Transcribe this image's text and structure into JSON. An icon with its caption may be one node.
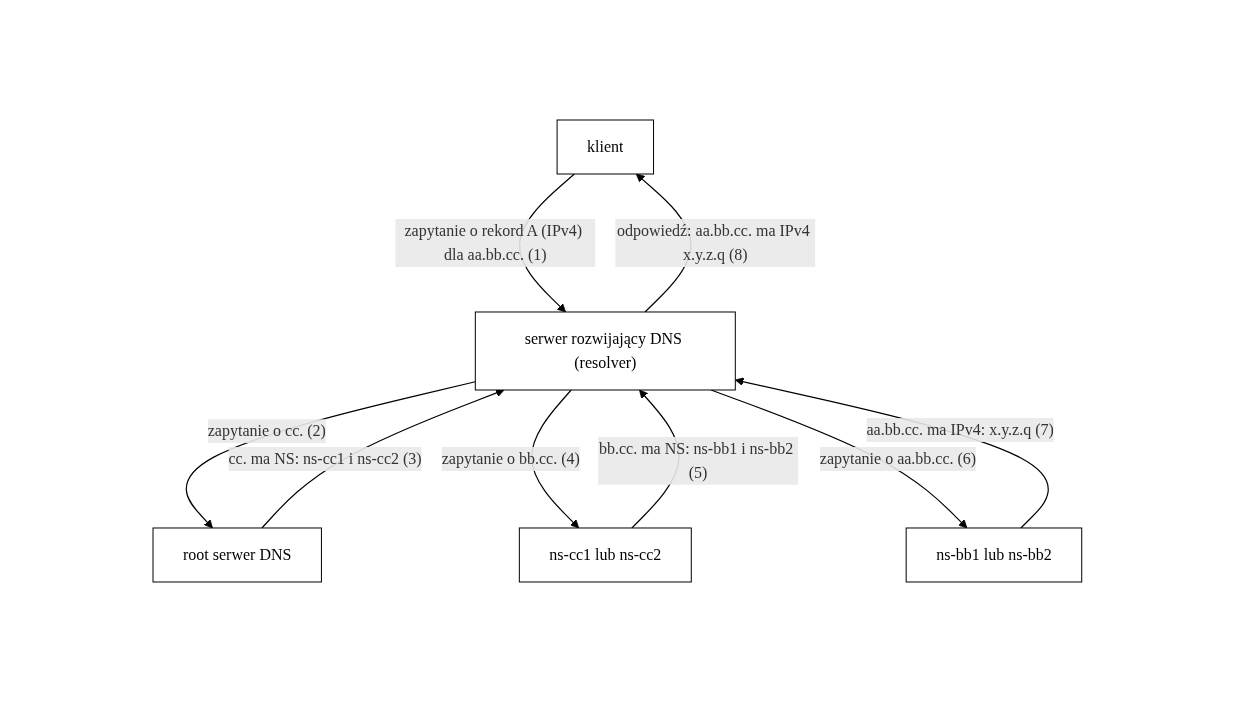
{
  "diagram": {
    "nodes": [
      {
        "text": [
          "klient"
        ]
      },
      {
        "text": [
          "serwer rozwijający DNS (resolver)"
        ]
      },
      {
        "text": [
          "root serwer DNS"
        ]
      },
      {
        "text": [
          "ns-cc1 lub ns-cc2"
        ]
      },
      {
        "text": [
          "ns-bb1 lub ns-bb2"
        ]
      }
    ],
    "edges": [
      {
        "from": 0,
        "to": 1,
        "arrow": "to",
        "label": "zapytanie o rekord A (IPv4) dla aa.bb.cc. (1)"
      },
      {
        "from": 1,
        "to": 0,
        "arrow": "to",
        "label": "odpowiedź: aa.bb.cc. ma IPv4 x.y.z.q (8)"
      },
      {
        "from": 1,
        "to": 2,
        "arrow": "to",
        "label": "zapytanie o cc. (2)"
      },
      {
        "from": 2,
        "to": 1,
        "arrow": "to",
        "label": "cc. ma NS: ns-cc1 i ns-cc2 (3)"
      },
      {
        "from": 1,
        "to": 3,
        "arrow": "to",
        "label": "zapytanie o bb.cc. (4)"
      },
      {
        "from": 3,
        "to": 1,
        "arrow": "to",
        "label": "bb.cc. ma NS: ns-bb1 i ns-bb2 (5)"
      },
      {
        "from": 1,
        "to": 4,
        "arrow": "to",
        "label": "zapytanie o aa.bb.cc. (6)"
      },
      {
        "from": 4,
        "to": 1,
        "arrow": "to",
        "label": "aa.bb.cc. ma IPv4: x.y.z.q (7)"
      }
    ]
  }
}
